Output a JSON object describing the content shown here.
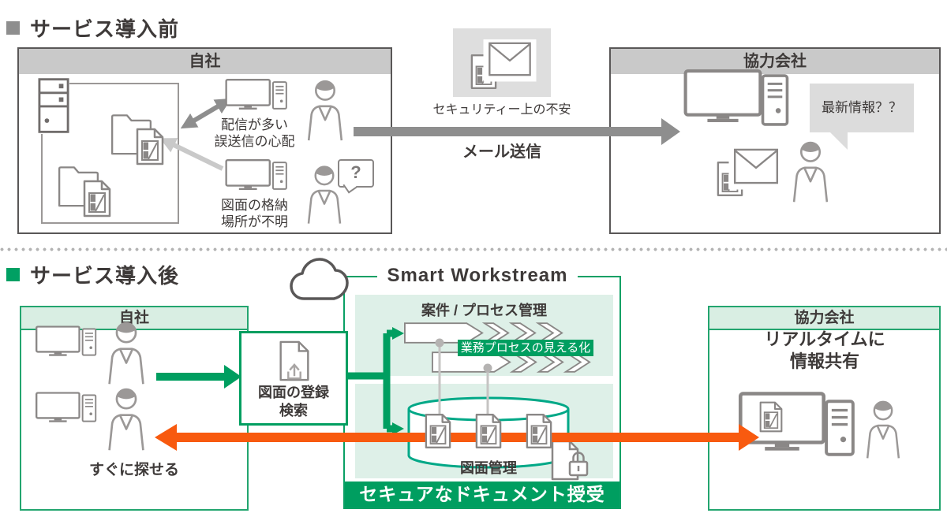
{
  "colors": {
    "brand_green": "#009e60",
    "box_green_border": "#23a56f",
    "mint_panel": "#def0e8",
    "mint_header": "#d9eee3",
    "teal_cylinder": "#00a887",
    "orange_arrow": "#f85a0f",
    "gray_header": "#c9c9c9",
    "gray_arrow": "#8e8e8e",
    "light_gray_arrow": "#c9c9c9",
    "icon_gray": "#8a8786",
    "text_dark": "#3e3a39"
  },
  "icons": {
    "server": "server-tower-outline",
    "folder": "folder-outline",
    "drawing_document": "document-with-drawing",
    "monitor": "desktop-monitor",
    "pc_tower": "pc-tower",
    "person": "person-outline",
    "envelope": "mail-envelope",
    "cloud": "cloud-outline",
    "upload_document": "document-upload",
    "lock_document": "document-with-padlock",
    "question": "question-speech-bubble"
  },
  "before": {
    "heading": "サービス導入前",
    "company": {
      "title": "自社",
      "issue1": [
        "配信が多い",
        "誤送信の心配"
      ],
      "issue2": [
        "図面の格納",
        "場所が不明"
      ],
      "question": "?"
    },
    "mail": {
      "concern": "セキュリティー上の不安",
      "label": "メール送信"
    },
    "partner": {
      "title": "協力会社",
      "bubble": "最新情報？？"
    }
  },
  "after": {
    "heading": "サービス導入後",
    "service": "Smart Workstream",
    "company": {
      "title": "自社",
      "benefit": "すぐに探せる"
    },
    "register": [
      "図面の登録",
      "検索"
    ],
    "process": {
      "title": "案件 / プロセス管理",
      "badge": "業務プロセスの見える化"
    },
    "storage": "図面管理",
    "banner": "セキュアなドキュメント授受",
    "partner": {
      "title": "協力会社",
      "benefit": [
        "リアルタイムに",
        "情報共有"
      ]
    }
  }
}
